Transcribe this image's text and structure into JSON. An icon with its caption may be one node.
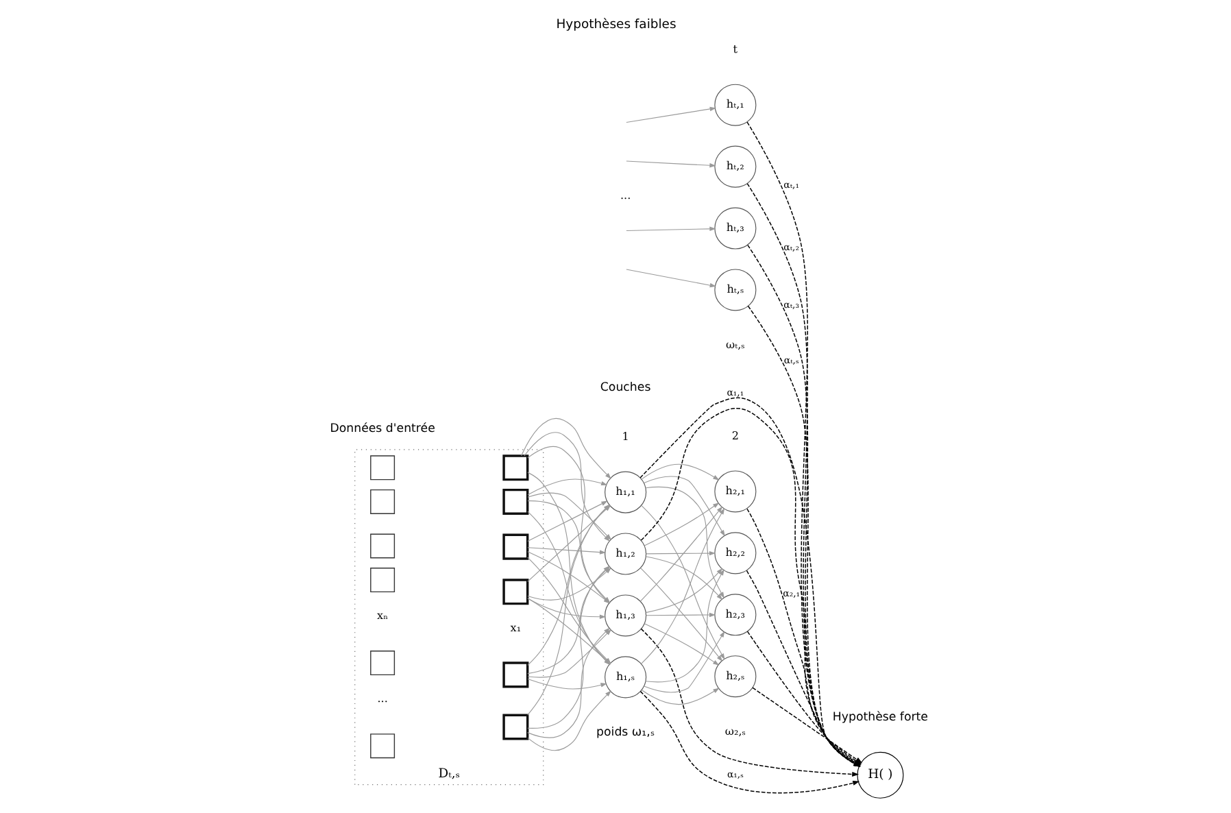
{
  "diagram": {
    "title": "Hypothèses faibles",
    "nodes": [
      {
        "text": [
          "Dₜ,ₛ"
        ]
      },
      {
        "text": [],
        "shape": "box",
        "in": 0
      },
      {
        "text": [],
        "shape": "box",
        "in": 0
      },
      {
        "text": [],
        "shape": "box",
        "in": 0
      },
      {
        "text": [],
        "shape": "box",
        "in": 0
      },
      {
        "text": [],
        "shape": "box",
        "in": 0
      },
      {
        "text": [],
        "shape": "box",
        "in": 0
      },
      {
        "text": [],
        "shape": "box",
        "in": 0
      },
      {
        "text": [],
        "shape": "box",
        "in": 0
      },
      {
        "text": [],
        "shape": "box",
        "in": 0
      },
      {
        "text": [],
        "shape": "box",
        "in": 0
      },
      {
        "text": [],
        "shape": "box",
        "in": 0
      },
      {
        "text": [],
        "shape": "box",
        "in": 0
      },
      {
        "text": [
          "h₁,₁"
        ]
      },
      {
        "text": [
          "h₁,₂"
        ]
      },
      {
        "text": [
          "h₁,₃"
        ]
      },
      {
        "text": [
          "h₁,ₛ"
        ]
      },
      {
        "text": [
          "h₂,₁"
        ]
      },
      {
        "text": [
          "h₂,₂"
        ]
      },
      {
        "text": [
          "h₂,₃"
        ]
      },
      {
        "text": [
          "h₂,ₛ"
        ]
      },
      {
        "text": [
          "hₜ,₁"
        ]
      },
      {
        "text": [
          "hₜ,₂"
        ]
      },
      {
        "text": [
          "hₜ,₃"
        ]
      },
      {
        "text": [
          "hₜ,ₛ"
        ]
      },
      {
        "text": [
          "H( )"
        ]
      }
    ],
    "edges": [
      {
        "from": 7,
        "to": 13,
        "arrow": "to"
      },
      {
        "from": 7,
        "to": 14,
        "arrow": "to"
      },
      {
        "from": 7,
        "to": 15,
        "arrow": "to"
      },
      {
        "from": 7,
        "to": 16,
        "arrow": "to"
      },
      {
        "from": 8,
        "to": 13,
        "arrow": "to"
      },
      {
        "from": 8,
        "to": 14,
        "arrow": "to"
      },
      {
        "from": 8,
        "to": 15,
        "arrow": "to"
      },
      {
        "from": 8,
        "to": 16,
        "arrow": "to"
      },
      {
        "from": 9,
        "to": 13,
        "arrow": "to"
      },
      {
        "from": 9,
        "to": 14,
        "arrow": "to"
      },
      {
        "from": 9,
        "to": 15,
        "arrow": "to"
      },
      {
        "from": 9,
        "to": 16,
        "arrow": "to"
      },
      {
        "from": 10,
        "to": 13,
        "arrow": "to"
      },
      {
        "from": 10,
        "to": 14,
        "arrow": "to"
      },
      {
        "from": 10,
        "to": 15,
        "arrow": "to"
      },
      {
        "from": 10,
        "to": 16,
        "arrow": "to"
      },
      {
        "from": 11,
        "to": 13,
        "arrow": "to"
      },
      {
        "from": 11,
        "to": 14,
        "arrow": "to"
      },
      {
        "from": 11,
        "to": 15,
        "arrow": "to"
      },
      {
        "from": 11,
        "to": 16,
        "arrow": "to"
      },
      {
        "from": 12,
        "to": 13,
        "arrow": "to"
      },
      {
        "from": 12,
        "to": 14,
        "arrow": "to"
      },
      {
        "from": 12,
        "to": 15,
        "arrow": "to"
      },
      {
        "from": 12,
        "to": 16,
        "arrow": "to"
      },
      {
        "from": 13,
        "to": 17,
        "arrow": "to"
      },
      {
        "from": 13,
        "to": 18,
        "arrow": "to"
      },
      {
        "from": 13,
        "to": 19,
        "arrow": "to"
      },
      {
        "from": 13,
        "to": 20,
        "arrow": "to"
      },
      {
        "from": 14,
        "to": 17,
        "arrow": "to"
      },
      {
        "from": 14,
        "to": 18,
        "arrow": "to"
      },
      {
        "from": 14,
        "to": 19,
        "arrow": "to"
      },
      {
        "from": 14,
        "to": 20,
        "arrow": "to"
      },
      {
        "from": 15,
        "to": 17,
        "arrow": "to"
      },
      {
        "from": 15,
        "to": 18,
        "arrow": "to"
      },
      {
        "from": 15,
        "to": 19,
        "arrow": "to"
      },
      {
        "from": 15,
        "to": 20,
        "arrow": "to"
      },
      {
        "from": 16,
        "to": 17,
        "arrow": "to"
      },
      {
        "from": 16,
        "to": 18,
        "arrow": "to"
      },
      {
        "from": 16,
        "to": 19,
        "arrow": "to"
      },
      {
        "from": 16,
        "to": 20,
        "arrow": "to"
      },
      {
        "from": null,
        "to": 21,
        "arrow": "to"
      },
      {
        "from": null,
        "to": 22,
        "arrow": "to"
      },
      {
        "from": null,
        "to": 23,
        "arrow": "to"
      },
      {
        "from": null,
        "to": 24,
        "arrow": "to"
      },
      {
        "from": 13,
        "to": 25,
        "arrow": "to",
        "label": "α₁,₁",
        "style": "dashed",
        "color": "#000000"
      },
      {
        "from": 14,
        "to": 25,
        "arrow": "to",
        "style": "dashed",
        "color": "#000000"
      },
      {
        "from": 15,
        "to": 25,
        "arrow": "to",
        "style": "dashed",
        "color": "#000000"
      },
      {
        "from": 16,
        "to": 25,
        "arrow": "to",
        "label": "α₁,ₛ",
        "style": "dashed",
        "color": "#000000"
      },
      {
        "from": 17,
        "to": 25,
        "arrow": "to",
        "label": "α₂,₁",
        "style": "dashed",
        "color": "#000000"
      },
      {
        "from": 18,
        "to": 25,
        "arrow": "to",
        "style": "dashed",
        "color": "#000000"
      },
      {
        "from": 19,
        "to": 25,
        "arrow": "to",
        "style": "dashed",
        "color": "#000000"
      },
      {
        "from": 20,
        "to": 25,
        "arrow": "to",
        "style": "dashed",
        "color": "#000000"
      },
      {
        "from": 21,
        "to": 25,
        "arrow": "to",
        "label": "αₜ,₁",
        "style": "dashed",
        "color": "#000000"
      },
      {
        "from": 22,
        "to": 25,
        "arrow": "to",
        "label": "αₜ,₂",
        "style": "dashed",
        "color": "#000000"
      },
      {
        "from": 23,
        "to": 25,
        "arrow": "to",
        "label": "αₜ,₃",
        "style": "dashed",
        "color": "#000000"
      },
      {
        "from": 24,
        "to": 25,
        "arrow": "to",
        "label": "αₜ,ₛ",
        "style": "dashed",
        "color": "#000000"
      }
    ],
    "labels": [
      "Données d'entrée",
      "Couches",
      "1",
      "2",
      "t",
      "Hypothèse forte",
      "...",
      "...",
      "xₙ",
      "x₁",
      "poids ω₁,ₛ",
      "ω₂,ₛ",
      "ωₜ,ₛ"
    ]
  }
}
